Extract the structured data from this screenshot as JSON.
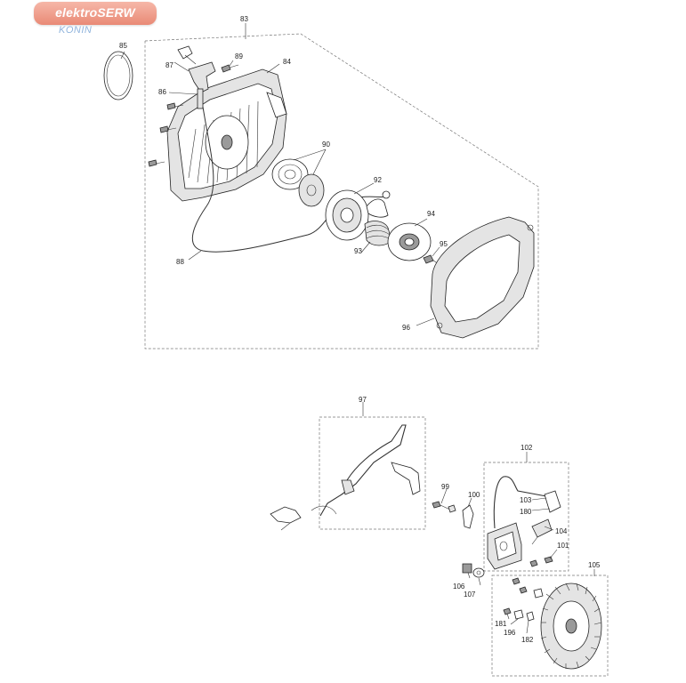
{
  "logo": {
    "brand": "elektroSERW",
    "city": "KONIN"
  },
  "labels": {
    "l83": "83",
    "l84": "84",
    "l85": "85",
    "l86": "86",
    "l87": "87",
    "l88": "88",
    "l89": "89",
    "l90": "90",
    "l92": "92",
    "l93": "93",
    "l94": "94",
    "l95": "95",
    "l96": "96",
    "l97": "97",
    "l99": "99",
    "l100": "100",
    "l101": "101",
    "l102": "102",
    "l103": "103",
    "l104": "104",
    "l105": "105",
    "l106": "106",
    "l107": "107",
    "l180": "180",
    "l181": "181",
    "l182": "182",
    "l196": "196"
  },
  "colors": {
    "logo_bg": "#e98a76",
    "logo_text": "#ffffff",
    "city_text": "#8fb3dc",
    "line": "#222222"
  }
}
